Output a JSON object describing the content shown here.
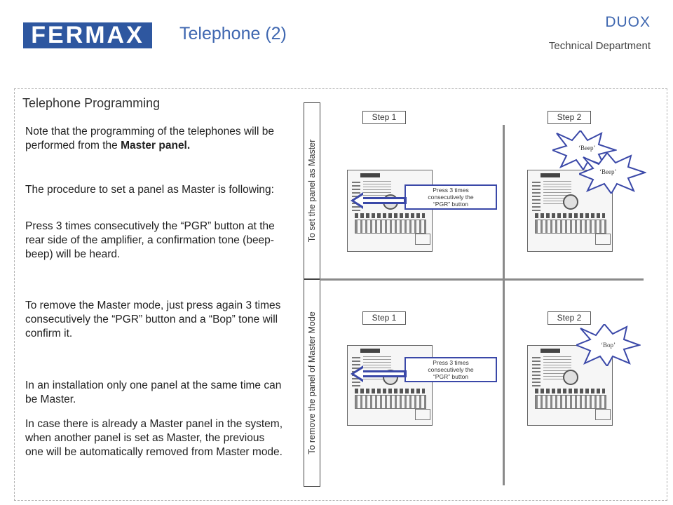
{
  "header": {
    "logo_text": "FERMAX",
    "title": "Telephone (2)",
    "brand": "DUOX",
    "department": "Technical Department"
  },
  "section": {
    "title": "Telephone Programming"
  },
  "body": {
    "p1_normal": "Note that the programming of the telephones will be performed from the ",
    "p1_bold": "Master panel.",
    "p2": "The procedure to set a panel as Master is following:",
    "p3": "Press 3 times consecutively the “PGR” button at the rear side of the amplifier, a confirmation tone (beep-beep) will be heard.",
    "p4": "To remove the Master mode, just press again 3 times consecutively the “PGR” button and a “Bop” tone will confirm it.",
    "p5": "In an installation only one panel at the same time can be Master.",
    "p6": "In case there is already a Master panel in the system, when another panel is set as Master, the previous one will be automatically removed from Master mode."
  },
  "diagram": {
    "label_set": "To set the panel as Master",
    "label_remove": "To remove the panel of Master Mode",
    "step1": "Step 1",
    "step2": "Step 2",
    "device_logo": "FERMAX",
    "callout_line1": "Press 3 times",
    "callout_line2": "consecutively the",
    "callout_line3": "“PGR” button",
    "beep": "‘Beep’",
    "bop": "‘Bop’",
    "callout_border_color": "#3a48a8"
  }
}
